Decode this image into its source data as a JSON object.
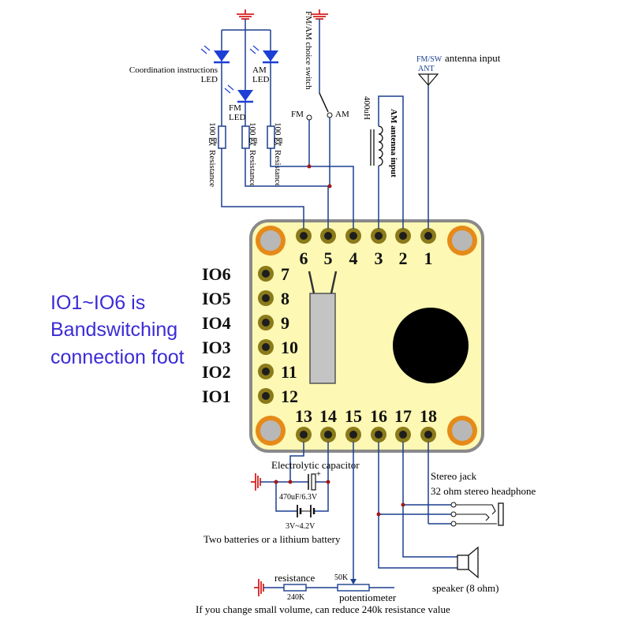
{
  "colors": {
    "board": "#fdf8b3",
    "board_border": "#8a8a8a",
    "pad_ring": "#e58a19",
    "pad_center": "#b8b8b8",
    "wire": "#1b3f8f",
    "ground": "#d62020",
    "led": "#1d3fd6",
    "note_text": "#3b2bd6"
  },
  "top_pins": [
    "6",
    "5",
    "4",
    "3",
    "2",
    "1"
  ],
  "left_pins": [
    "7",
    "8",
    "9",
    "10",
    "11",
    "12"
  ],
  "bottom_pins": [
    "13",
    "14",
    "15",
    "16",
    "17",
    "18"
  ],
  "io_labels": [
    "IO6",
    "IO5",
    "IO4",
    "IO3",
    "IO2",
    "IO1"
  ],
  "note_lines": [
    "IO1~IO6 is",
    "Bandswitching",
    "connection foot"
  ],
  "labels": {
    "coordination": "Coordination instructions",
    "led": "LED",
    "am": "AM",
    "fm": "FM",
    "fm_am_switch": "FM/AM choice switch",
    "fm_sw": "FM/SW",
    "antenna_input": "antenna input",
    "ant": "ANT",
    "inductor_value": "400uH",
    "am_antenna_input": "AM antenna input",
    "resistor_value": "100",
    "resistor_unit": "欧",
    "resistance": "Resistance",
    "electrolytic_capacitor": "Electrolytic capacitor",
    "cap_value": "470uF/6.3V",
    "battery_voltage": "3V~4.2V",
    "batteries": "Two batteries or a lithium battery",
    "stereo_jack": "Stereo jack",
    "headphone": "32 ohm stereo headphone",
    "speaker": "speaker (8 ohm)",
    "resistance_lower": "resistance",
    "r240k": "240K",
    "pot_value": "50K",
    "potentiometer": "potentiometer",
    "footer": "If you change small volume, can reduce 240k resistance value"
  }
}
